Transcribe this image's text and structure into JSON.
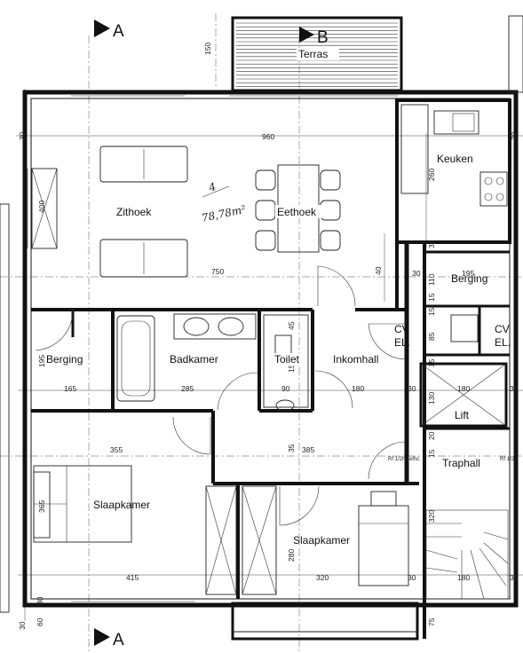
{
  "rooms": {
    "terras": "Terras",
    "keuken": "Keuken",
    "zithoek": "Zithoek",
    "eethoek": "Eethoek",
    "berging_right": "Berging",
    "berging_left": "Berging",
    "badkamer": "Badkamer",
    "toilet": "Toilet",
    "inkomhall": "Inkomhall",
    "cv1": "CV",
    "el1": "EL.",
    "cv2": "CV",
    "el2": "EL.",
    "lift": "Lift",
    "traphall": "Traphall",
    "slaapkamer1": "Slaapkamer",
    "slaapkamer2": "Slaapkamer"
  },
  "section_markers": {
    "a_top": "A",
    "b_top": "B",
    "a_bottom": "A"
  },
  "handwritten": {
    "unit_number": "4",
    "area": "78,78m²"
  },
  "notes": {
    "rf_left": "Rf 1/2h zelfsl.",
    "rf_right": "Rf 1/2"
  },
  "dimensions": {
    "d150": "150",
    "d960": "960",
    "d260": "260",
    "d400": "400",
    "d750": "750",
    "d40": "40",
    "d195_top": "195",
    "d110": "110",
    "d15_a": "15",
    "d15_b": "15",
    "d85": "85",
    "d45": "45",
    "d150_wc": "150",
    "d195_side": "195",
    "d165": "165",
    "d285": "285",
    "d90": "90",
    "d180_a": "180",
    "d30_a": "30",
    "d180_b": "180",
    "d130": "130",
    "d355": "355",
    "d385": "385",
    "d35": "35",
    "d20": "20",
    "d365": "365",
    "d280": "280",
    "d320": "320",
    "d320_stair": "320",
    "d415": "415",
    "d30_b": "30",
    "d180_c": "180",
    "d75": "75",
    "d60": "60",
    "d30_c": "30",
    "d30_d": "30",
    "d30_e": "30",
    "d30_f": "30",
    "d30_g": "30",
    "d15_c": "15",
    "d15_d": "15",
    "d30_h": "30",
    "d30_i": "30",
    "d30_j": "30"
  }
}
